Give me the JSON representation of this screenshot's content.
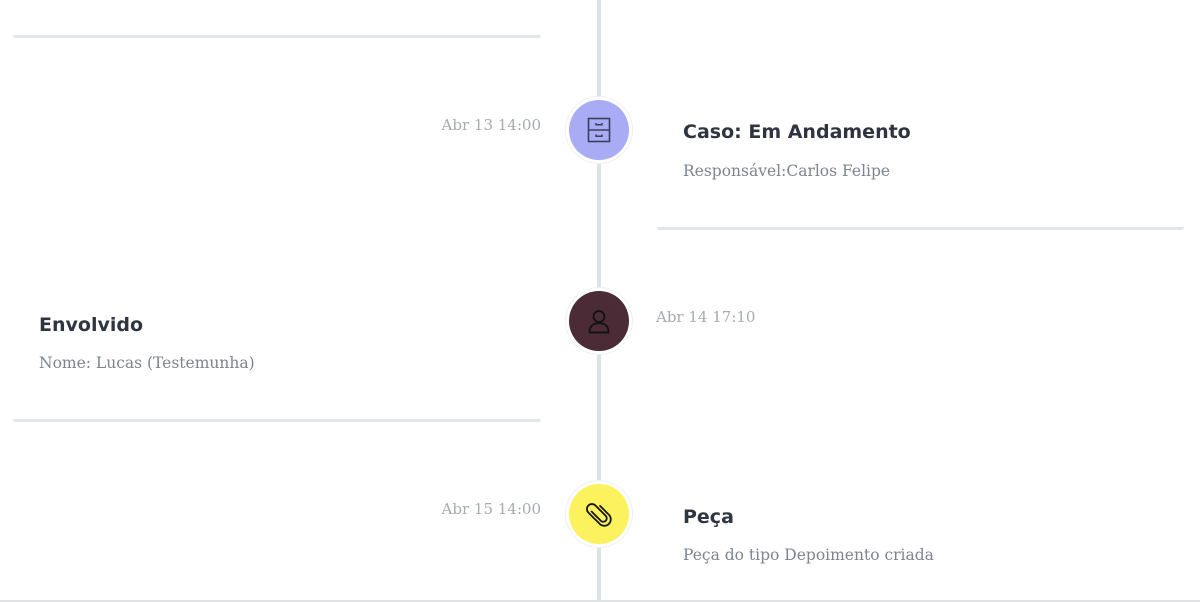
{
  "events": [
    {
      "date": "Abr 13 14:00",
      "title": "Caso: Em Andamento",
      "description": "Responsável:Carlos Felipe",
      "icon": "file-cabinet-icon",
      "color": "#a9acf5"
    },
    {
      "date": "Abr 14 17:10",
      "title": "Envolvido",
      "description": "Nome: Lucas (Testemunha)",
      "icon": "user-icon",
      "color": "#4a2b36"
    },
    {
      "date": "Abr 15 14:00",
      "title": "Peça",
      "description": "Peça do tipo Depoimento criada",
      "icon": "paperclip-icon",
      "color": "#fbf25e"
    }
  ]
}
